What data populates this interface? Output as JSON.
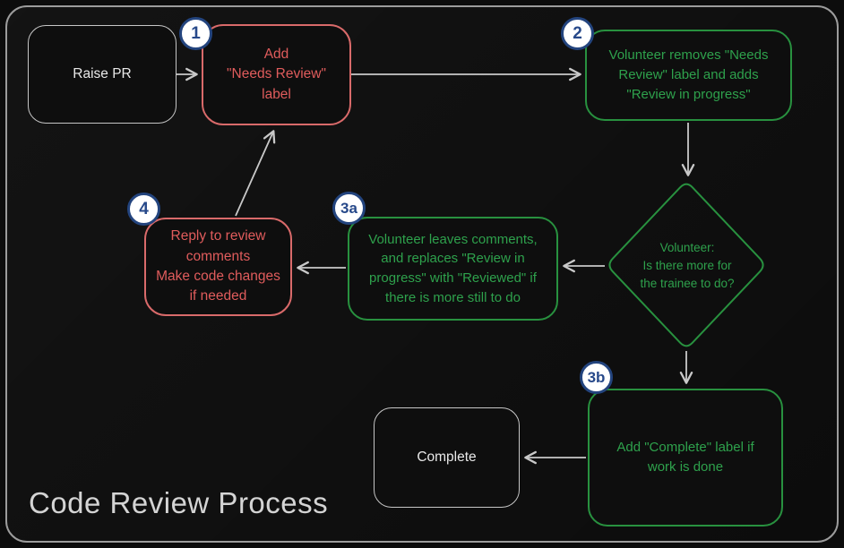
{
  "title": "Code Review Process",
  "colors": {
    "background": "#0c0c0c",
    "frame_border": "#9c9c9c",
    "neutral_border": "#c6c6c6",
    "neutral_text": "#e9e9e9",
    "red_border": "#d96a6a",
    "red_text": "#e05c5c",
    "green_border": "#28913f",
    "green_text": "#2ea14c",
    "badge_border": "#23447e",
    "badge_text": "#27498a",
    "badge_fill": "#ffffff",
    "arrow": "#c9c9c9"
  },
  "nodes": {
    "raise_pr": {
      "label": "Raise PR"
    },
    "add_needs_review": {
      "badge": "1",
      "label": "Add\n\"Needs Review\"\nlabel"
    },
    "volunteer_removes": {
      "badge": "2",
      "label": "Volunteer removes \"Needs\nReview\" label and adds\n\"Review in progress\""
    },
    "decision": {
      "label": "Volunteer:\nIs there more for\nthe trainee to do?"
    },
    "volunteer_leaves_comments": {
      "badge": "3a",
      "label": "Volunteer leaves comments,\nand replaces \"Review in\nprogress\" with \"Reviewed\" if\nthere is more still to do"
    },
    "reply_to_comments": {
      "badge": "4",
      "label": "Reply to review\ncomments\nMake code changes\nif needed"
    },
    "add_complete_label": {
      "badge": "3b",
      "label": "Add \"Complete\" label if\nwork is done"
    },
    "complete": {
      "label": "Complete"
    }
  }
}
